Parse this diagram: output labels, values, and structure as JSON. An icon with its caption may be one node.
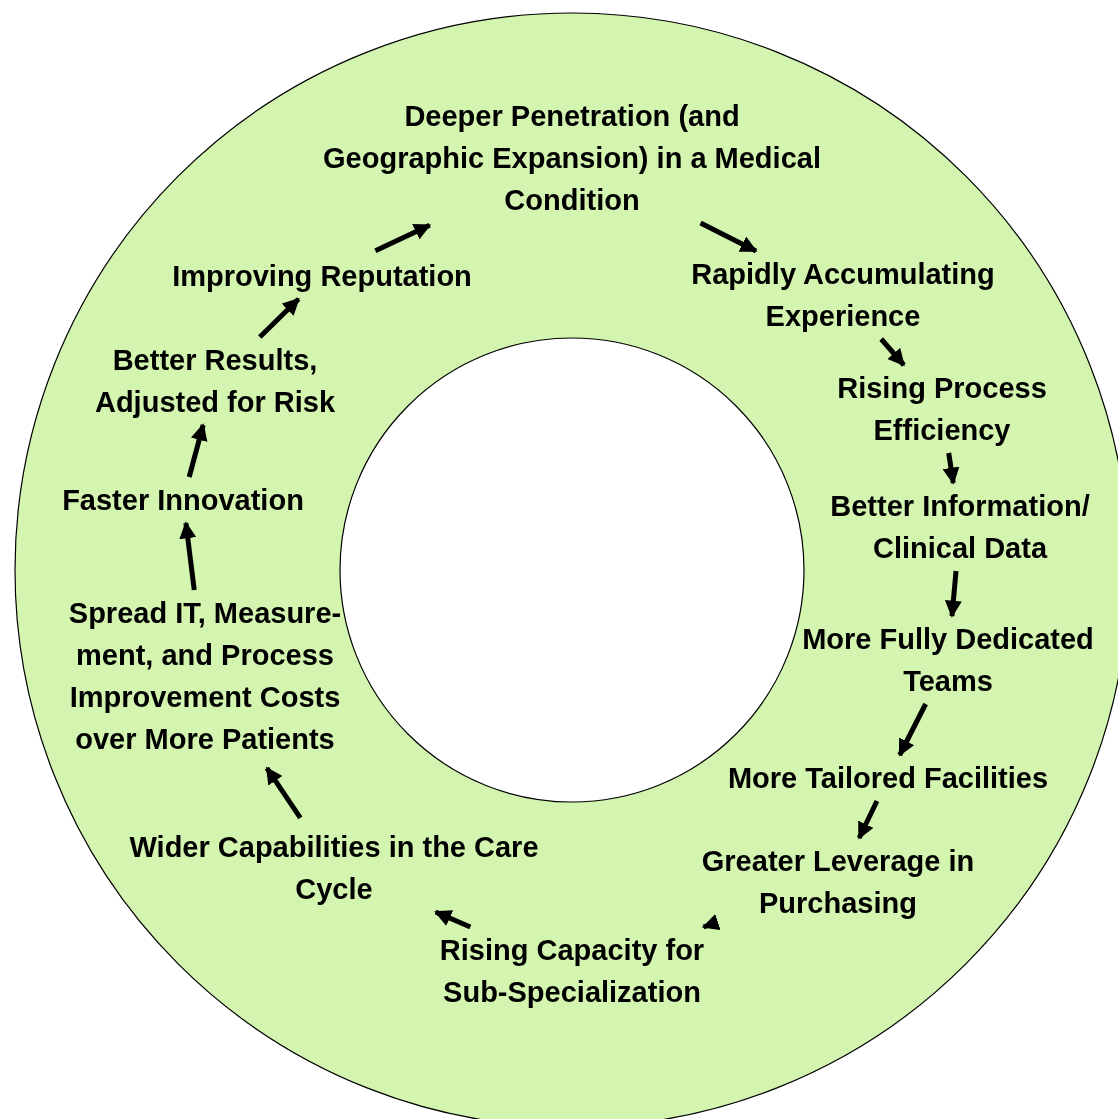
{
  "diagram": {
    "nodes": [
      {
        "text": [
          "Deeper Penetration (and Geographic Expansion) in a Medical Condition"
        ]
      },
      {
        "text": [
          "Rapidly Accumulating Experience"
        ]
      },
      {
        "text": [
          "Rising Process Efficiency"
        ]
      },
      {
        "text": [
          "Better Information/ Clinical Data"
        ]
      },
      {
        "text": [
          "More Fully Dedicated Teams"
        ]
      },
      {
        "text": [
          "More Tailored Facilities"
        ]
      },
      {
        "text": [
          "Greater Leverage in Purchasing"
        ]
      },
      {
        "text": [
          "Rising Capacity for Sub-Specialization"
        ]
      },
      {
        "text": [
          "Wider Capabilities in the Care Cycle"
        ]
      },
      {
        "text": [
          "Spread IT, Measure- ment, and Process Improvement Costs over More Patients"
        ]
      },
      {
        "text": [
          "Faster Innovation"
        ]
      },
      {
        "text": [
          "Better Results, Adjusted for Risk"
        ]
      },
      {
        "text": [
          "Improving Reputation"
        ]
      }
    ],
    "edges": [
      {
        "from": 0,
        "to": 1,
        "arrow": "to"
      },
      {
        "from": 1,
        "to": 2,
        "arrow": "to"
      },
      {
        "from": 2,
        "to": 3,
        "arrow": "to"
      },
      {
        "from": 3,
        "to": 4,
        "arrow": "to"
      },
      {
        "from": 4,
        "to": 5,
        "arrow": "to"
      },
      {
        "from": 5,
        "to": 6,
        "arrow": "to"
      },
      {
        "from": 6,
        "to": 7,
        "arrow": "to"
      },
      {
        "from": 7,
        "to": 8,
        "arrow": "to"
      },
      {
        "from": 8,
        "to": 9,
        "arrow": "to"
      },
      {
        "from": 9,
        "to": 10,
        "arrow": "to"
      },
      {
        "from": 10,
        "to": 11,
        "arrow": "to"
      },
      {
        "from": 11,
        "to": 12,
        "arrow": "to"
      },
      {
        "from": 12,
        "to": 0,
        "arrow": "to"
      }
    ]
  }
}
